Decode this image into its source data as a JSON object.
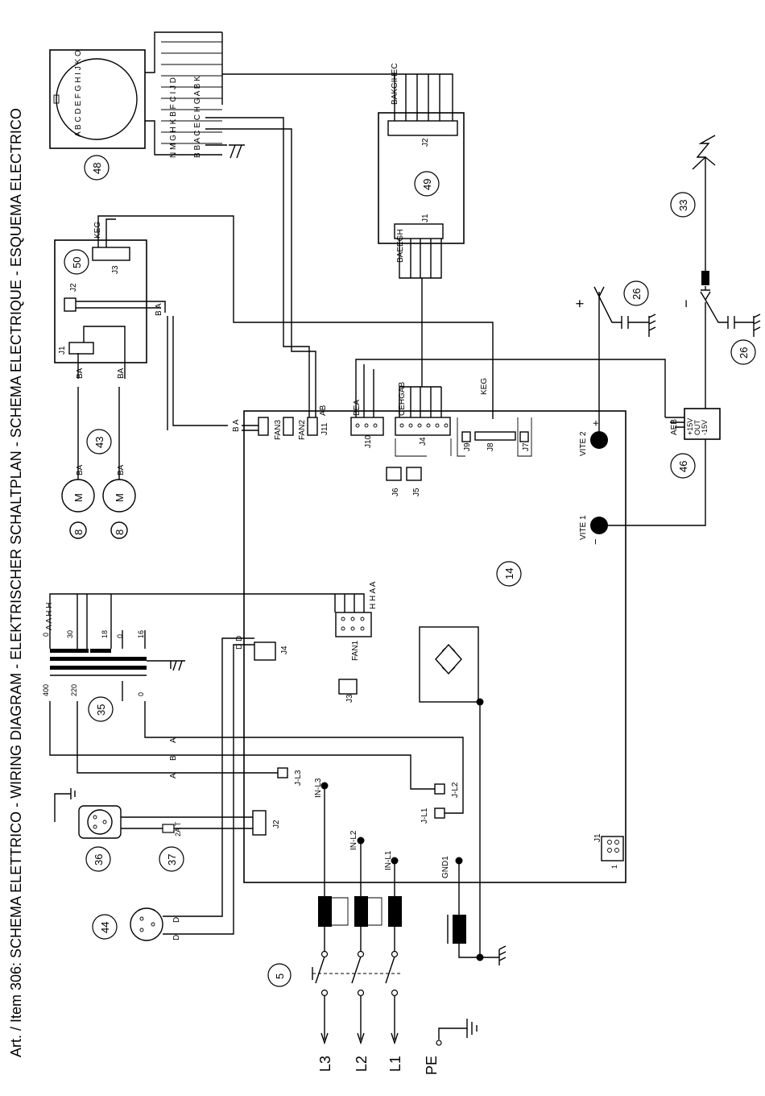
{
  "title": "Art. / Item 306: SCHEMA ELETTRICO - WIRING DIAGRAM - ELEKTRISCHER SCHALTPLAN - SCHEMA ELECTRIQUE - ESQUEMA ELECTRICO",
  "components": {
    "c5": "5",
    "c14": "14",
    "c26a": "26",
    "c26b": "26",
    "c33": "33",
    "c35": "35",
    "c36": "36",
    "c37": "37",
    "c43": "43",
    "c44": "44",
    "c46": "46",
    "c48": "48",
    "c49": "49",
    "c50": "50"
  },
  "connectors": {
    "j1": "J1",
    "j2": "J2",
    "j3": "J3",
    "j4": "J4",
    "j5": "J5",
    "j6": "J6",
    "j7": "J7",
    "j8": "J8",
    "j9": "J9",
    "j10": "J10",
    "j11": "J11",
    "fan1": "FAN1",
    "fan2": "FAN2",
    "fan3": "FAN3",
    "jl1": "J-L1",
    "jl2": "J-L2",
    "jl3": "J-L3",
    "inl1": "IN-L1",
    "inl2": "IN-L2",
    "inl3": "IN-L3",
    "gnd1": "GND1",
    "vite1": "VITE 1",
    "vite2": "VITE 2"
  },
  "mains": {
    "l1": "L1",
    "l2": "L2",
    "l3": "L3",
    "pe": "PE"
  },
  "transformer_taps": {
    "t400": "400",
    "t220": "220",
    "t0a": "0",
    "t0b": "0",
    "t30": "30",
    "t18": "18",
    "t0c": "0",
    "t16": "16"
  },
  "polarity": {
    "plus": "+",
    "minus": "−"
  },
  "c46_labels": {
    "p15": "+15V",
    "out": "OUT",
    "m15": "-15V",
    "pins": "AEB"
  },
  "fuse37": "2A T",
  "c48_rows": [
    "N M G H K B F C I J D",
    "B B A C E C H G A B K"
  ],
  "c48_pins": "A B C D E F G H I J K O",
  "j2_49": "BAKGIHEC",
  "j1_49": "BAEEGH",
  "j3_50": "KEG",
  "j4_wires": "CEHGAB",
  "j10_wires": "BEA",
  "j8_wires": "KEG",
  "j11_wires": "AB",
  "motor_wires": "BA",
  "wires_ba": "B A",
  "wires_dd": "D D",
  "fan1_wires": "H H A A",
  "trafo_wires": "A A H H",
  "pin1": "1"
}
